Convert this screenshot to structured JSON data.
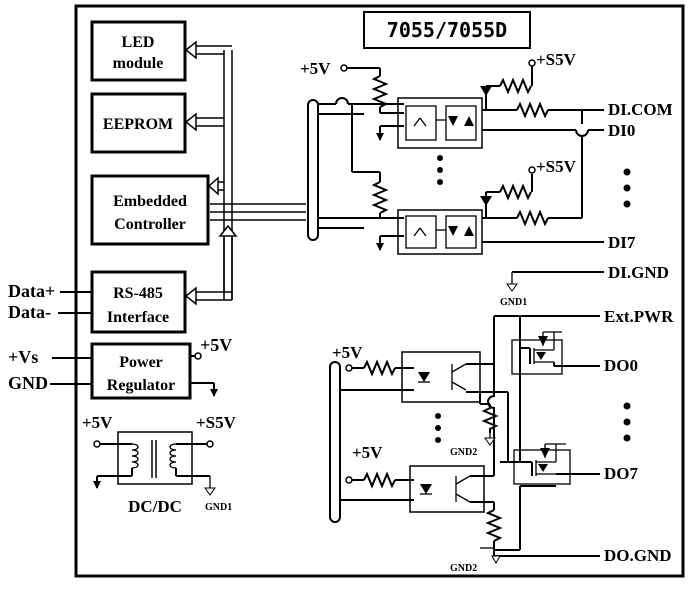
{
  "title": "7055/7055D",
  "blocks": {
    "led_line1": "LED",
    "led_line2": "module",
    "eeprom": "EEPROM",
    "ctrl_line1": "Embedded",
    "ctrl_line2": "Controller",
    "rs485_line1": "RS-485",
    "rs485_line2": "Interface",
    "power_line1": "Power",
    "power_line2": "Regulator",
    "dcdc": "DC/DC"
  },
  "left_signals": {
    "data_plus": "Data+",
    "data_minus": "Data-",
    "vs": "+Vs",
    "gnd": "GND"
  },
  "supply_labels": {
    "p5v": "+5V",
    "s5v": "+S5V",
    "gnd1": "GND1",
    "gnd2": "GND2"
  },
  "right_signals": {
    "di_com": "DI.COM",
    "di0": "DI0",
    "di7": "DI7",
    "di_gnd": "DI.GND",
    "ext_pwr": "Ext.PWR",
    "do0": "DO0",
    "do7": "DO7",
    "do_gnd": "DO.GND"
  }
}
